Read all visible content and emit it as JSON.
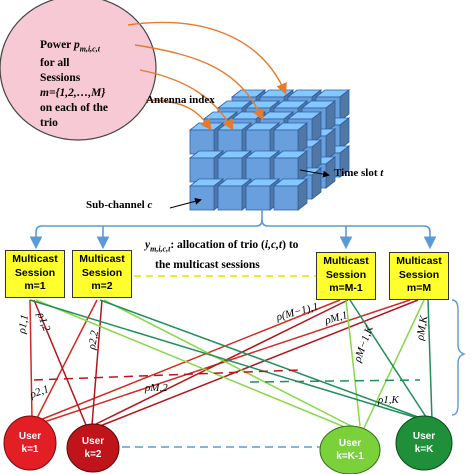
{
  "bubble": {
    "line1_prefix": "Power ",
    "line1_symbol": "p",
    "line1_sub": "m,i,c,t",
    "line2": "for all",
    "line3": "Sessions",
    "line4": "m={1,2,…,M}",
    "line5": "on each of the",
    "line6": "trio"
  },
  "labels": {
    "antenna_index": "Antenna index",
    "time_slot": "Time slot ",
    "time_slot_var": "t",
    "sub_channel": "Sub-channel ",
    "sub_channel_var": "c",
    "allocation_symbol": "y",
    "allocation_sub": "m,i,c,t",
    "allocation_line1": ": allocation of trio (",
    "allocation_vars": "i,c,t",
    "allocation_line1_end": ") to",
    "allocation_line2": "the multicast sessions"
  },
  "sessions": [
    {
      "line1": "Multicast",
      "line2": "Session",
      "line3": "m=1"
    },
    {
      "line1": "Multicast",
      "line2": "Session",
      "line3": "m=2"
    },
    {
      "line1": "Multicast",
      "line2": "Session",
      "line3": "m=M-1"
    },
    {
      "line1": "Multicast",
      "line2": "Session",
      "line3": "m=M"
    }
  ],
  "users": [
    {
      "line1": "User",
      "line2": "k=1",
      "color": "#e31e24"
    },
    {
      "line1": "User",
      "line2": "k=2",
      "color": "#c0141b"
    },
    {
      "line1": "User",
      "line2": "k=K-1",
      "color": "#7bd13a"
    },
    {
      "line1": "User",
      "line2": "k=K",
      "color": "#1f8f3a"
    }
  ],
  "rho_labels": {
    "rho_1_1": "ρ1,1",
    "rho_1_2": "ρ1,2",
    "rho_2_2": "ρ2,2",
    "rho_2_1": "ρ2,1",
    "rho_M1_1": "ρ(M−1),1",
    "rho_M_1": "ρM,1",
    "rho_M1_K": "ρM−1,K",
    "rho_M_K": "ρM,K",
    "rho_M_2": "ρM,2",
    "rho_1_K": "ρ1,K"
  },
  "colors": {
    "bubble_fill": "#f6c9d4",
    "cube_fill": "#6a9fdd",
    "cube_edge": "#2c5f9e",
    "bracket": "#5b9bd5",
    "orange_arrow": "#e87a2c",
    "session_fill": "#ffff2e"
  }
}
